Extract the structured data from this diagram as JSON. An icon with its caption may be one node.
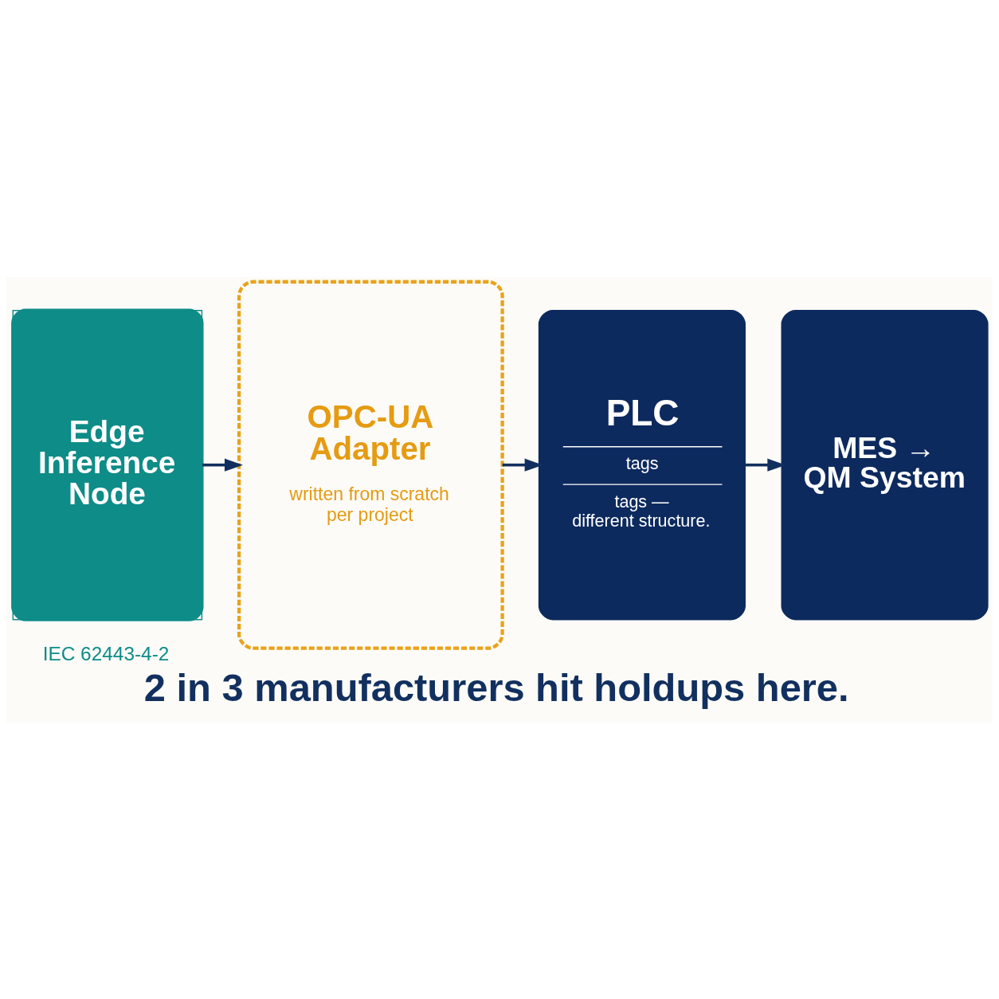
{
  "diagram": {
    "caption": "2 in 3 manufacturers hit holdups here.",
    "nodes": [
      {
        "text": [
          "Edge Inference Node"
        ],
        "beside": [
          "IEC 62443-4-2"
        ]
      },
      {
        "text": [
          "OPC-UA Adapter",
          "written from scratch per project"
        ]
      },
      {
        "text": [
          "PLC",
          "tags",
          "tags — different structure."
        ]
      },
      {
        "text": [
          "MES → QM System"
        ]
      }
    ],
    "edges": [
      {
        "from": 0,
        "to": 1,
        "arrow": "to"
      },
      {
        "from": 1,
        "to": 2,
        "arrow": "to"
      },
      {
        "from": 2,
        "to": 3,
        "arrow": "to"
      }
    ]
  }
}
